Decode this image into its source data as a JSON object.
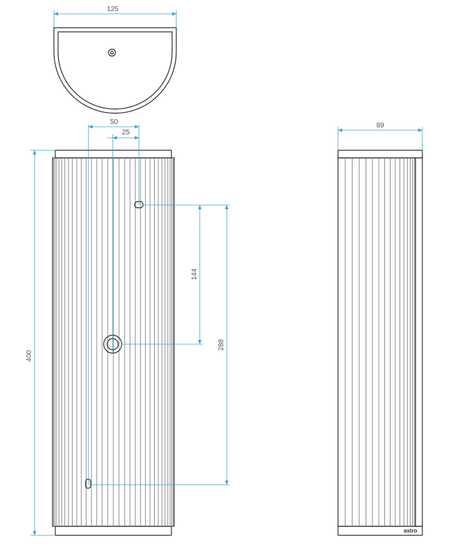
{
  "colors": {
    "outline": "#2b2b2b",
    "rib": "#6f6f6f",
    "dimension": "#3a9fd1",
    "dim_text": "#555555",
    "background": "#ffffff"
  },
  "dimensions": {
    "top_width": "125",
    "fixing_spacing": "50",
    "fixing_offset": "25",
    "side_depth": "89",
    "total_height": "400",
    "upper_spacing": "144",
    "fixing_height": "288"
  },
  "logo": {
    "text": "astro"
  }
}
